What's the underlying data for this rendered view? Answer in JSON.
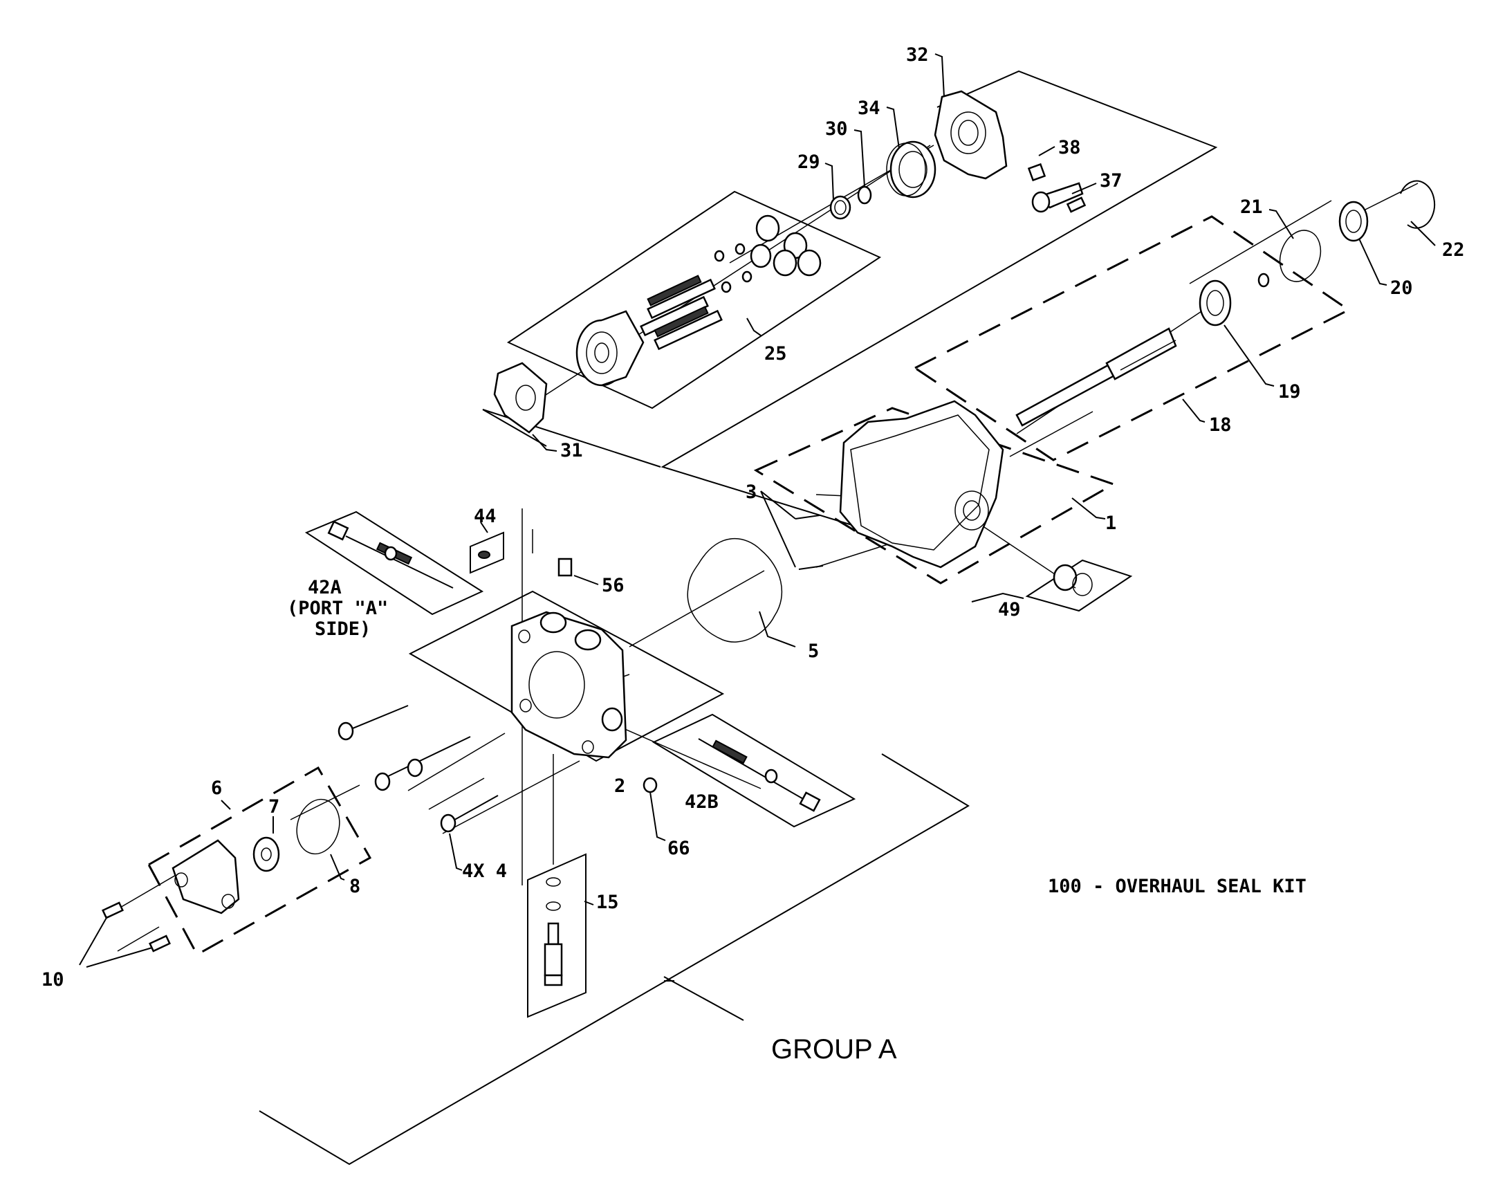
{
  "labels": {
    "p1": "1",
    "p2": "2",
    "p3": "3",
    "p4": "4X 4",
    "p5": "5",
    "p6": "6",
    "p7": "7",
    "p8": "8",
    "p10": "10",
    "p15": "15",
    "p18": "18",
    "p19": "19",
    "p20": "20",
    "p21": "21",
    "p22": "22",
    "p25": "25",
    "p29": "29",
    "p30": "30",
    "p31": "31",
    "p32": "32",
    "p34": "34",
    "p37": "37",
    "p38": "38",
    "p42a_1": "42A",
    "p42a_2": "(PORT \"A\"",
    "p42a_3": "SIDE)",
    "p42b": "42B",
    "p44": "44",
    "p49": "49",
    "p56": "56",
    "p66": "66"
  },
  "note": "100 - OVERHAUL SEAL KIT",
  "group_label": "GROUP A"
}
